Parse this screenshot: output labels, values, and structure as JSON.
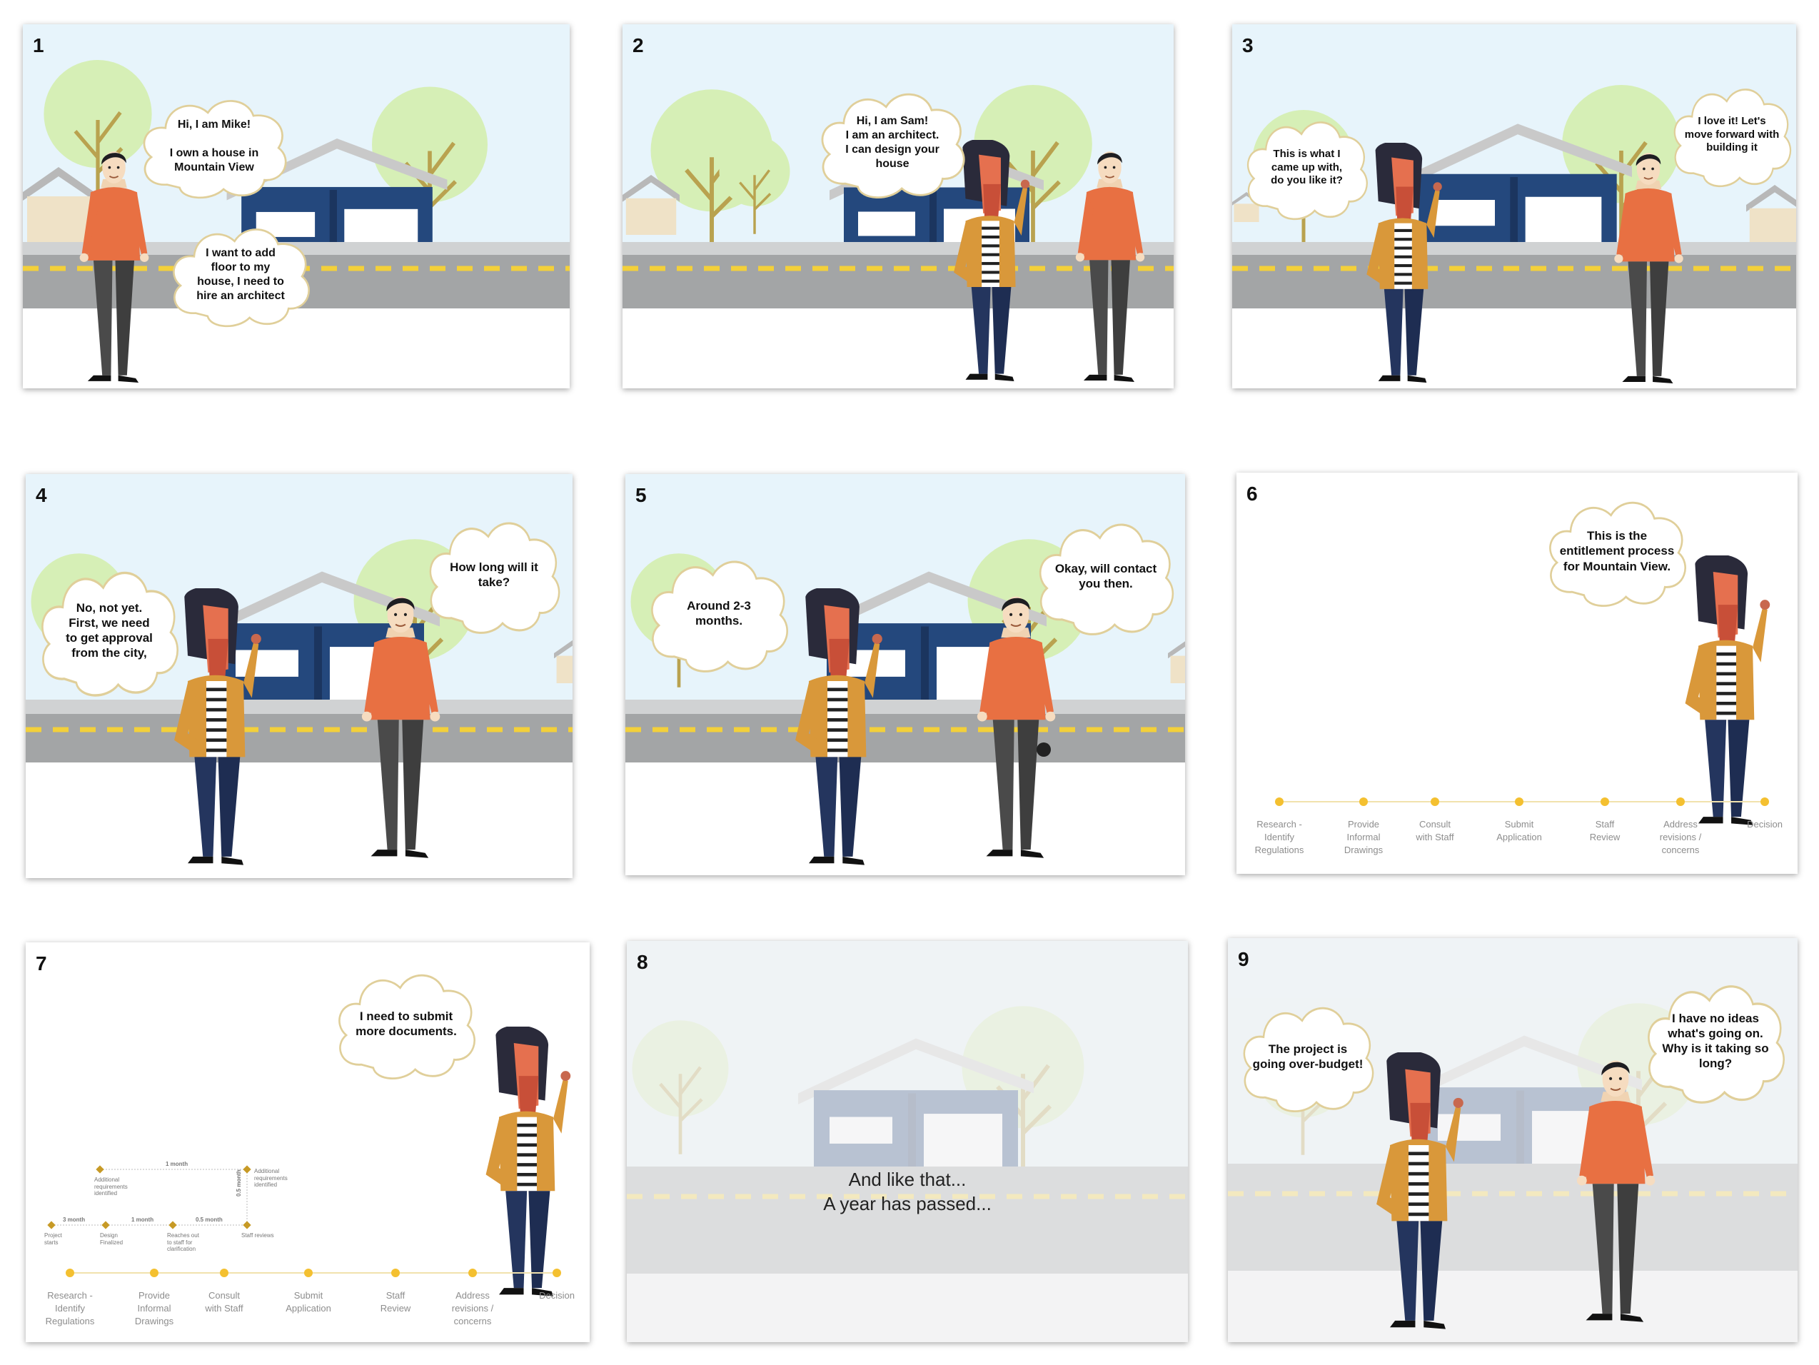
{
  "colors": {
    "sky": "#e7f4fb",
    "road": "#a3a5a6",
    "road_dash": "#f3d03a",
    "house_blue": "#24487d",
    "shirt_orange": "#e87042",
    "timeline_dot": "#f4c030"
  },
  "panels": [
    {
      "number": "1",
      "bubbles": [
        "Hi, I am Mike!\n\nI own a house in\nMountain View",
        "I want to add\nfloor to my\nhouse, I need to\nhire an architect"
      ]
    },
    {
      "number": "2",
      "bubbles": [
        "Hi, I am Sam!\nI am an architect.\nI can design your\nhouse"
      ]
    },
    {
      "number": "3",
      "bubbles": [
        "This is what I\ncame up with,\ndo you like it?",
        "I love it! Let's\nmove forward with\nbuilding it"
      ]
    },
    {
      "number": "4",
      "bubbles": [
        "No, not yet.\nFirst, we need\nto get approval\nfrom the city,",
        "How long will it\ntake?"
      ]
    },
    {
      "number": "5",
      "bubbles": [
        "Around 2-3\nmonths.",
        "Okay, will contact\nyou then."
      ]
    },
    {
      "number": "6",
      "bubbles": [
        "This is the\nentitlement process\nfor Mountain View."
      ],
      "timeline": [
        "Research -\nIdentify\nRegulations",
        "Provide\nInformal\nDrawings",
        "Consult\nwith Staff",
        "Submit\nApplication",
        "Staff\nReview",
        "Address\nrevisions /\nconcerns",
        "Decision"
      ]
    },
    {
      "number": "7",
      "bubbles": [
        "I need to submit\nmore documents."
      ],
      "timeline": [
        "Research -\nIdentify\nRegulations",
        "Provide\nInformal\nDrawings",
        "Consult\nwith Staff",
        "Submit\nApplication",
        "Staff\nReview",
        "Address\nrevisions /\nconcerns",
        "Decision"
      ],
      "gantt": {
        "durations": [
          "3 month",
          "1 month",
          "0.5 month",
          "1 month",
          "0.5 month"
        ],
        "milestones": [
          "Project\nstarts",
          "Design\nFinalized",
          "Reaches out\nto staff for\nclarification",
          "Staff reviews",
          "Additional\nrequirements\nidentified",
          "Additional\nrequirements\nidentified"
        ]
      }
    },
    {
      "number": "8",
      "caption": "And like that...\nA year has passed..."
    },
    {
      "number": "9",
      "bubbles": [
        "The project is\ngoing over-budget!",
        "I have no ideas\nwhat's going on.\nWhy is it taking so\nlong?"
      ]
    }
  ]
}
